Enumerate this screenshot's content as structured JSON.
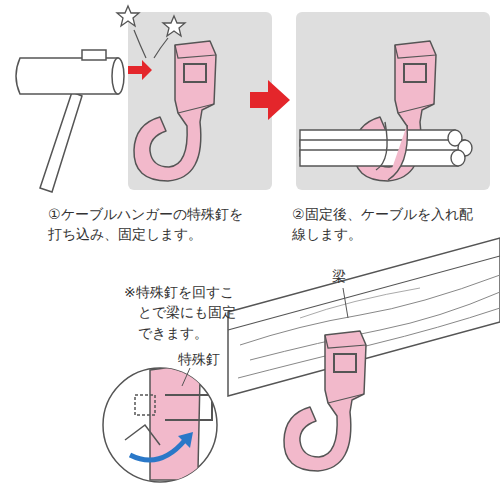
{
  "diagram": {
    "labels": [
      "①ケーブルハンガーの特殊釘を打ち込み、固定します。",
      "②固定後、ケーブルを入れ配線します。",
      "※特殊釘を回すことで梁にも固定できます。",
      "梁",
      "特殊釘"
    ]
  }
}
